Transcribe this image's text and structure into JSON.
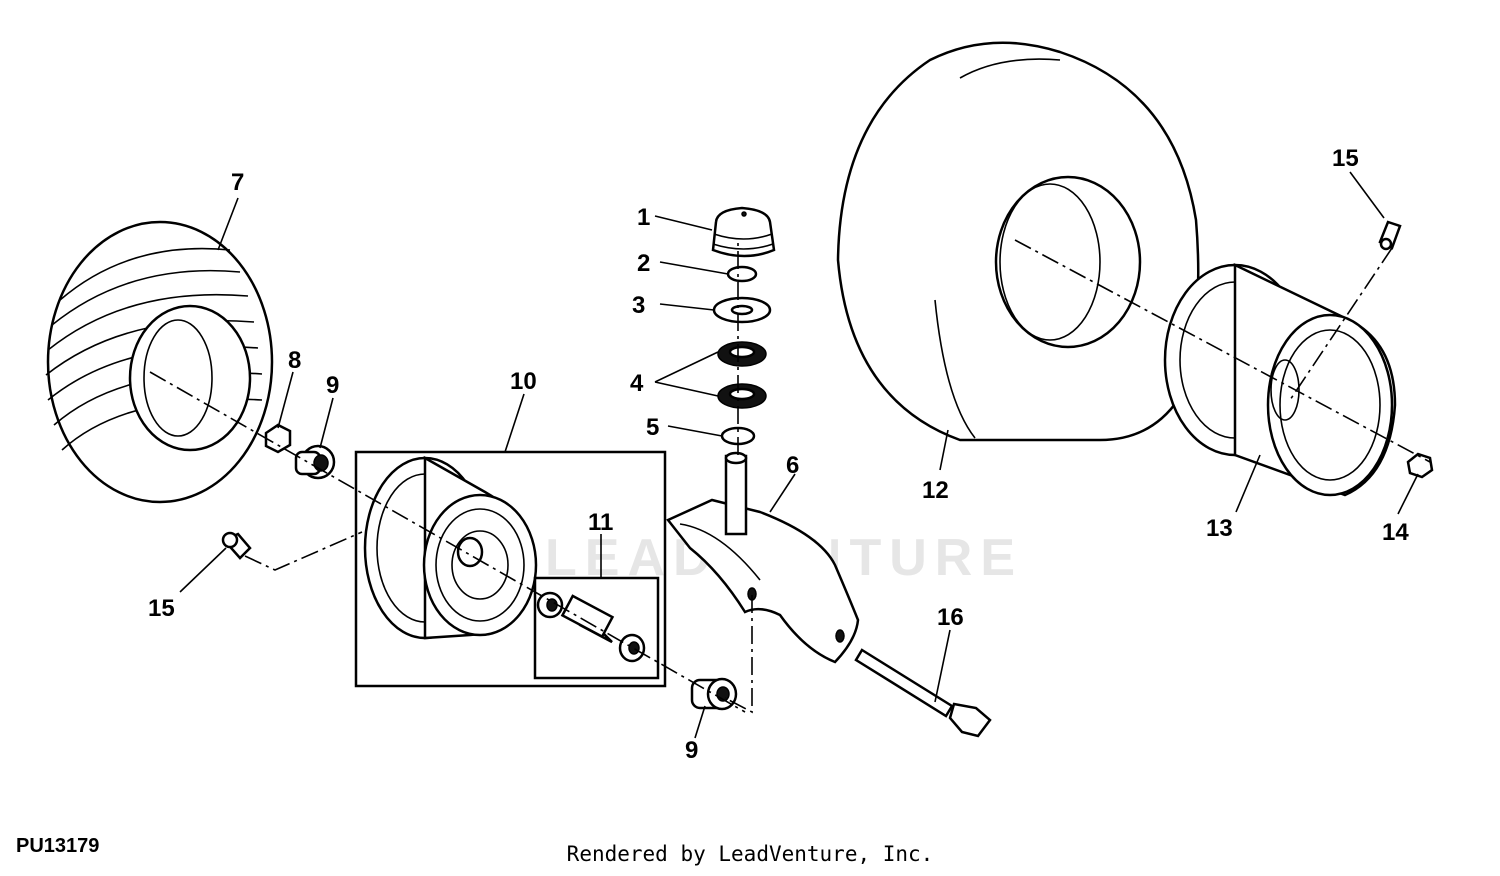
{
  "figure_id": "PU13179",
  "credit": "Rendered by LeadVenture, Inc.",
  "watermark": "LEADVENTURE",
  "labels": {
    "l1": "1",
    "l2": "2",
    "l3": "3",
    "l4": "4",
    "l5": "5",
    "l6": "6",
    "l7": "7",
    "l8": "8",
    "l9a": "9",
    "l9b": "9",
    "l10": "10",
    "l11": "11",
    "l12": "12",
    "l13": "13",
    "l14": "14",
    "l15a": "15",
    "l15b": "15",
    "l16": "16"
  }
}
